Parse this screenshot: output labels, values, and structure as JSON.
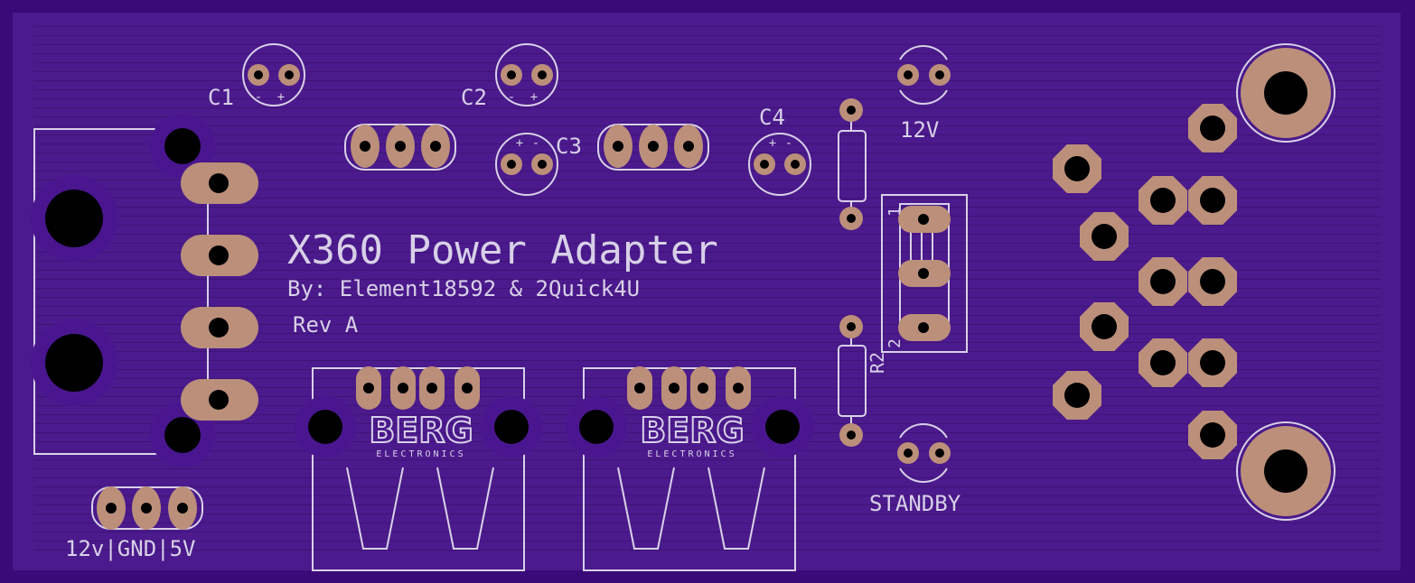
{
  "board": {
    "title": "X360 Power Adapter",
    "byline": "By: Element18592 & 2Quick4U",
    "revision": "Rev A",
    "colors": {
      "board": "#4b1a8c",
      "outer": "#3a0a78",
      "copper": "#bb8f7a",
      "silkscreen": "#d8d0e8"
    }
  },
  "labels": {
    "c1": "C1",
    "c2": "C2",
    "c3": "C3",
    "c4": "C4",
    "led_12v": "12V",
    "led_standby": "STANDBY",
    "r2": "R2",
    "pin1": "1",
    "pin2": "2",
    "header_pins": "12v|GND|5V",
    "polarity_minus": "-",
    "polarity_plus": "+"
  },
  "usb_logo": {
    "brand": "BERG",
    "sub": "ELECTRONICS"
  }
}
